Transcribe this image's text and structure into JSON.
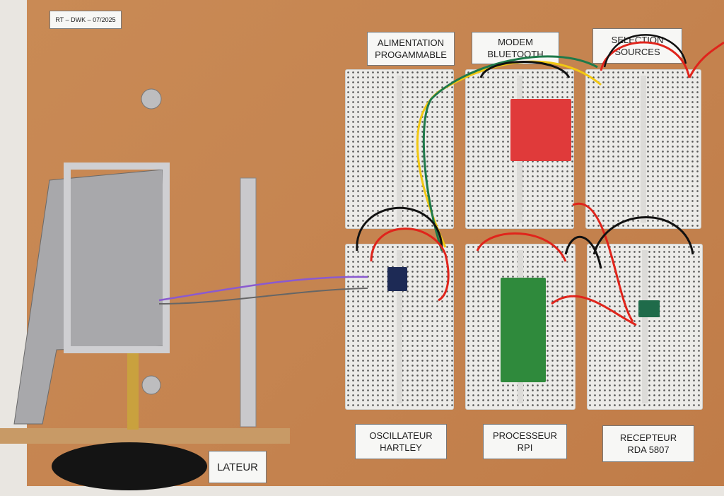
{
  "labels": {
    "tag": "RT – DWK – 07/2025",
    "alim": [
      "ALIMENTATION",
      "PROGAMMABLE"
    ],
    "modem": [
      "MODEM",
      "BLUETOOTH"
    ],
    "selection": [
      "SELECTION",
      "SOURCES"
    ],
    "oscillateur": [
      "OSCILLATEUR",
      "HARTLEY"
    ],
    "processeur": [
      "PROCESSEUR",
      "RPI"
    ],
    "recepteur": [
      "RECEPTEUR",
      "RDA 5807"
    ],
    "partial": "LATEUR"
  },
  "colors": {
    "board": "#c98a55",
    "red_module": "#e03a3a",
    "pico": "#2f8a3c",
    "wire_red": "#e0241b",
    "wire_yellow": "#f2c811",
    "wire_green": "#1f7a4a",
    "wire_black": "#111111"
  }
}
